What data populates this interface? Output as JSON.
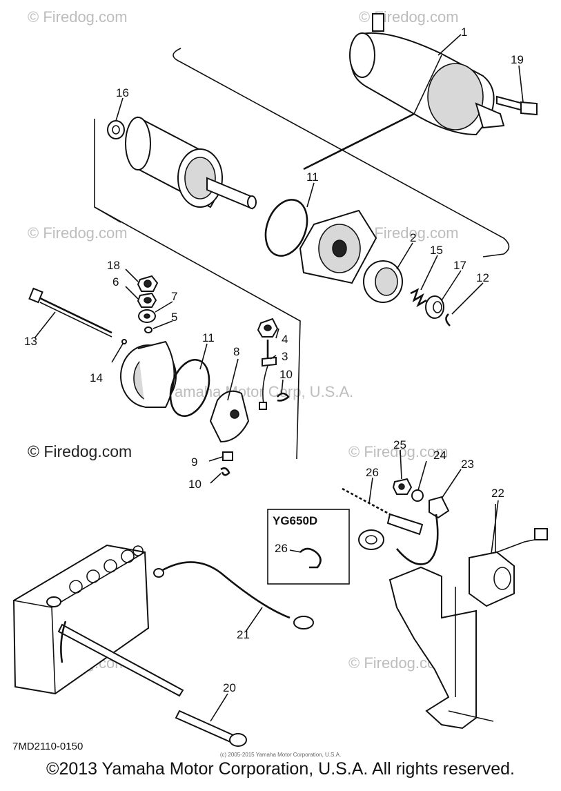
{
  "diagram": {
    "part_code": "7MD2110-0150",
    "variant_label": "YG650D",
    "callouts": {
      "c1": "1",
      "c2": "2",
      "c3": "3",
      "c4": "4",
      "c5": "5",
      "c6": "6",
      "c7": "7",
      "c8": "8",
      "c9": "9",
      "c10a": "10",
      "c10b": "10",
      "c11a": "11",
      "c11b": "11",
      "c12": "12",
      "c13": "13",
      "c14": "14",
      "c15": "15",
      "c16": "16",
      "c17": "17",
      "c18": "18",
      "c19": "19",
      "c20": "20",
      "c21": "21",
      "c22": "22",
      "c23": "23",
      "c24": "24",
      "c25": "25",
      "c26a": "26",
      "c26b": "26"
    }
  },
  "watermarks": {
    "firedog": "© Firedog.com",
    "firedog_dark": "© Firedog.com",
    "yamaha": "Yamaha Motor Corp, U.S.A."
  },
  "footer": {
    "small_copyright": "(c) 2005-2015 Yamaha Motor Corporation, U.S.A.",
    "copyright": "©2013 Yamaha Motor Corporation, U.S.A. All rights reserved."
  }
}
